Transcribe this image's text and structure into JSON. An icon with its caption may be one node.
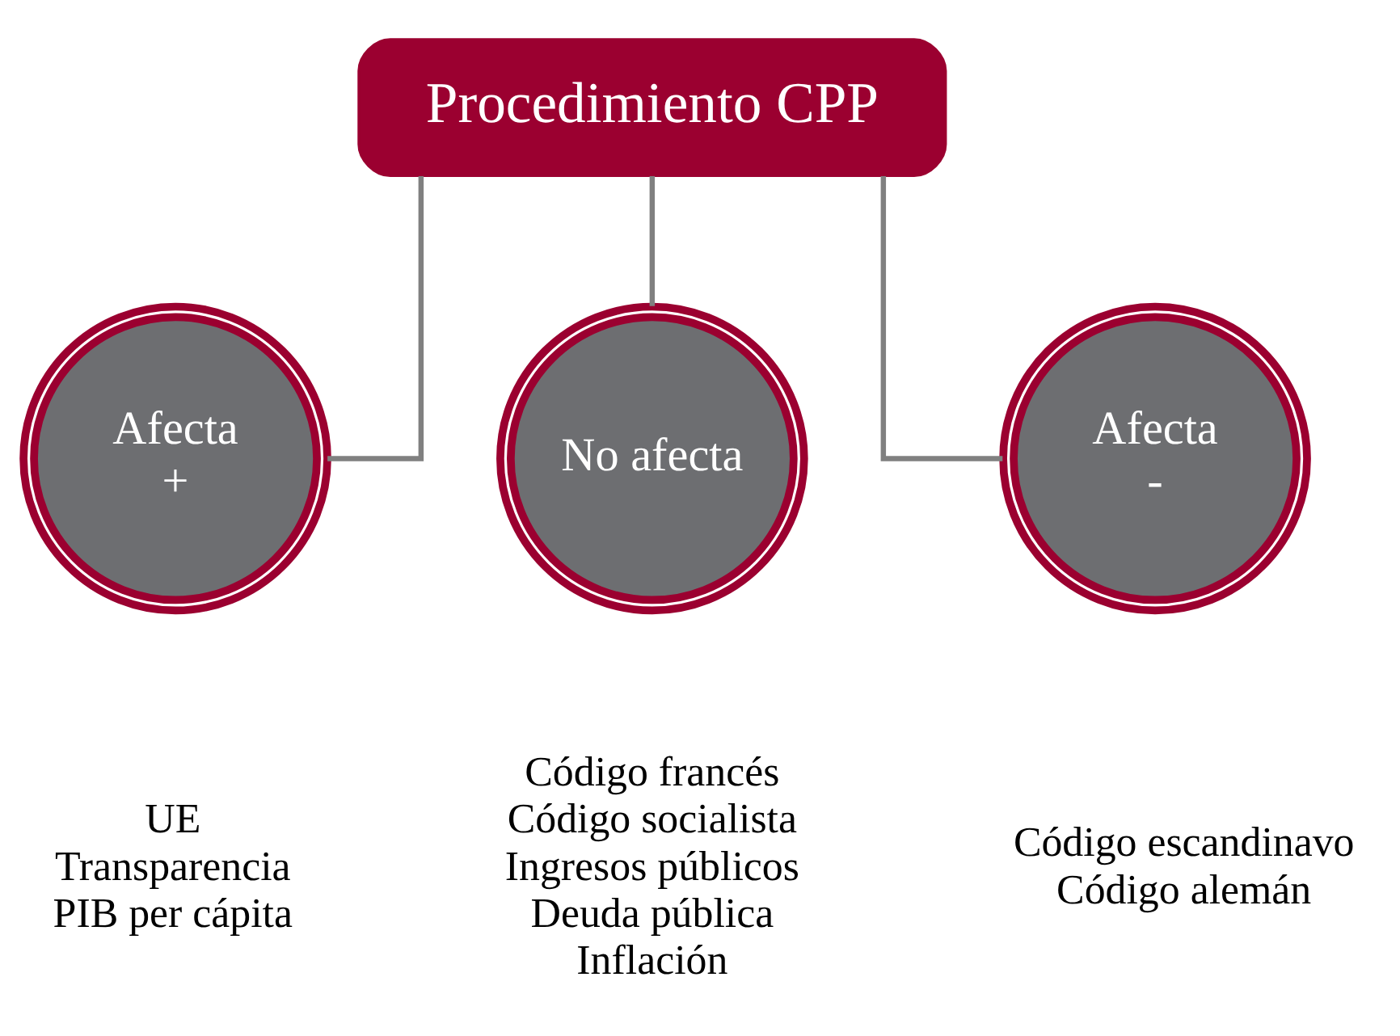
{
  "diagram": {
    "nodes": [
      {
        "text": [
          "Procedimiento CPP"
        ]
      },
      {
        "text": [
          "Afecta",
          "+"
        ],
        "beside": [
          "UE",
          "Transparencia",
          "PIB per cápita"
        ]
      },
      {
        "text": [
          "No afecta"
        ],
        "beside": [
          "Código francés",
          "Código socialista",
          "Ingresos públicos",
          "Deuda pública",
          "Inflación"
        ]
      },
      {
        "text": [
          "Afecta",
          "-"
        ],
        "beside": [
          "Código escandinavo",
          "Código alemán"
        ]
      }
    ],
    "edges": [
      {
        "from": 0,
        "to": 1,
        "arrow": "none"
      },
      {
        "from": 0,
        "to": 2,
        "arrow": "none"
      },
      {
        "from": 0,
        "to": 3,
        "arrow": "none"
      }
    ]
  }
}
